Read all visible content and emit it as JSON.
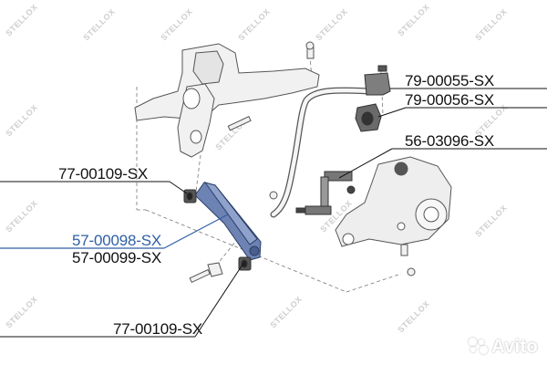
{
  "labels": {
    "l1": "79-00055-SX",
    "l2": "79-00056-SX",
    "l3": "56-03096-SX",
    "l4": "77-00109-SX",
    "l5": "57-00098-SX",
    "l6": "57-00099-SX",
    "l7": "77-00109-SX"
  },
  "watermark": {
    "text": "STELLOX"
  },
  "corner_logo": {
    "text": "Avito"
  },
  "colors": {
    "part_highlight": "#2f5fa5",
    "line": "#111111",
    "outline": "#555555"
  }
}
